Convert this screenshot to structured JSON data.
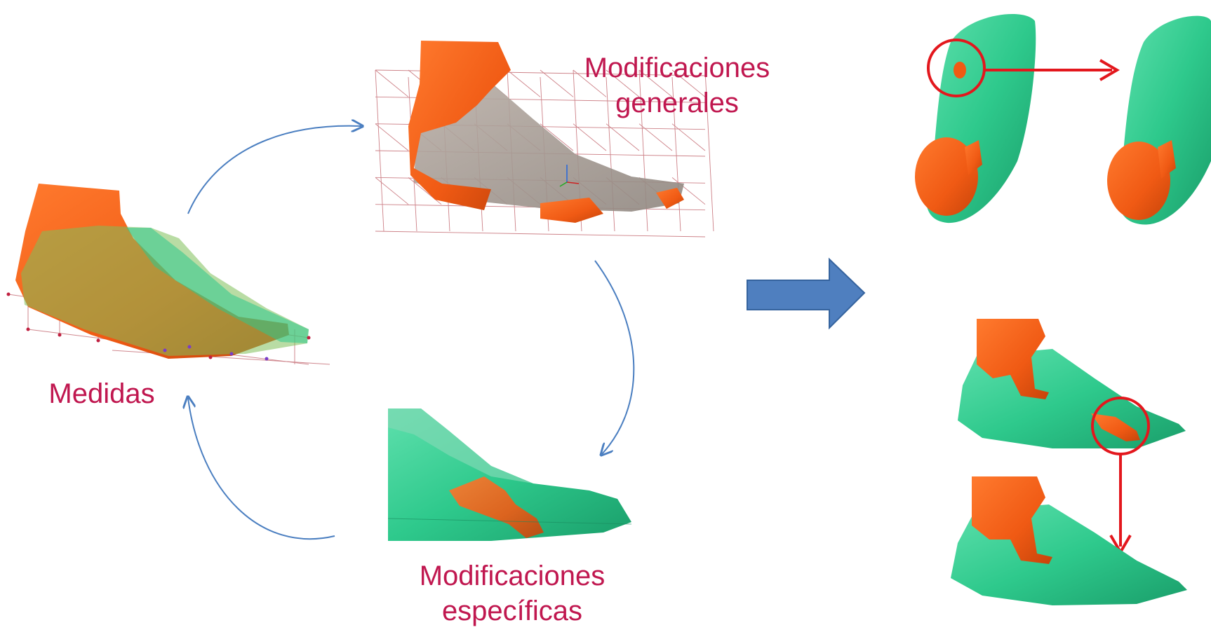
{
  "labels": {
    "medidas": "Medidas",
    "general_line1": "Modificaciones",
    "general_line2": "generales",
    "specific_line1": "Modificaciones",
    "specific_line2": "específicas"
  },
  "colors": {
    "label_text": "#c0174f",
    "foot_orange": "#f05a14",
    "last_green": "#2ec98c",
    "cycle_arrow": "#4a7ec0",
    "big_arrow_fill": "#4f7fbf",
    "big_arrow_stroke": "#35639e",
    "highlight_red": "#e3171d",
    "grid_line": "#c46a72"
  }
}
